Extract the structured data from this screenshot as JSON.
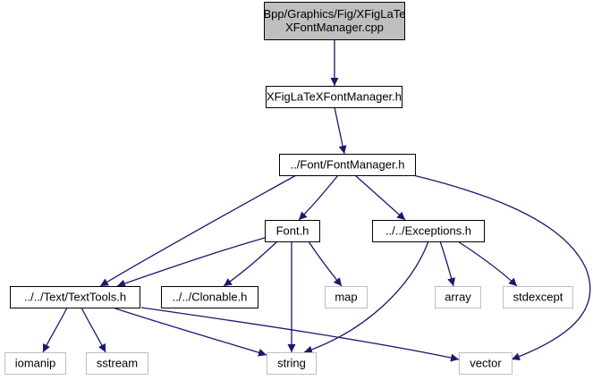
{
  "diagram": {
    "type": "include-dependency-graph",
    "colors": {
      "edge": "#191970",
      "root_fill": "#bfbfbf",
      "root_stroke": "#000000",
      "node_stroke": "#000000",
      "external_stroke": "#bfbfbf",
      "node_fill": "#ffffff"
    },
    "nodes": [
      {
        "id": "cpp",
        "lines": [
          "Bpp/Graphics/Fig/XFigLaTe",
          "XFontManager.cpp"
        ],
        "kind": "root"
      },
      {
        "id": "xfig_h",
        "lines": [
          "XFigLaTeXFontManager.h"
        ],
        "kind": "file"
      },
      {
        "id": "fontmgr",
        "lines": [
          "../Font/FontManager.h"
        ],
        "kind": "file"
      },
      {
        "id": "font",
        "lines": [
          "Font.h"
        ],
        "kind": "file"
      },
      {
        "id": "exceptions",
        "lines": [
          "../../Exceptions.h"
        ],
        "kind": "file"
      },
      {
        "id": "texttools",
        "lines": [
          "../../Text/TextTools.h"
        ],
        "kind": "file"
      },
      {
        "id": "clonable",
        "lines": [
          "../../Clonable.h"
        ],
        "kind": "file"
      },
      {
        "id": "map",
        "lines": [
          "map"
        ],
        "kind": "external"
      },
      {
        "id": "array",
        "lines": [
          "array"
        ],
        "kind": "external"
      },
      {
        "id": "stdexcept",
        "lines": [
          "stdexcept"
        ],
        "kind": "external"
      },
      {
        "id": "iomanip",
        "lines": [
          "iomanip"
        ],
        "kind": "external"
      },
      {
        "id": "sstream",
        "lines": [
          "sstream"
        ],
        "kind": "external"
      },
      {
        "id": "string",
        "lines": [
          "string"
        ],
        "kind": "external"
      },
      {
        "id": "vector",
        "lines": [
          "vector"
        ],
        "kind": "external"
      }
    ],
    "edges": [
      {
        "from": "cpp",
        "to": "xfig_h"
      },
      {
        "from": "xfig_h",
        "to": "fontmgr"
      },
      {
        "from": "fontmgr",
        "to": "texttools"
      },
      {
        "from": "fontmgr",
        "to": "font"
      },
      {
        "from": "fontmgr",
        "to": "exceptions"
      },
      {
        "from": "fontmgr",
        "to": "vector"
      },
      {
        "from": "font",
        "to": "texttools"
      },
      {
        "from": "font",
        "to": "clonable"
      },
      {
        "from": "font",
        "to": "map"
      },
      {
        "from": "font",
        "to": "string"
      },
      {
        "from": "exceptions",
        "to": "string"
      },
      {
        "from": "exceptions",
        "to": "array"
      },
      {
        "from": "exceptions",
        "to": "stdexcept"
      },
      {
        "from": "texttools",
        "to": "iomanip"
      },
      {
        "from": "texttools",
        "to": "sstream"
      },
      {
        "from": "texttools",
        "to": "string"
      },
      {
        "from": "texttools",
        "to": "vector"
      }
    ]
  }
}
